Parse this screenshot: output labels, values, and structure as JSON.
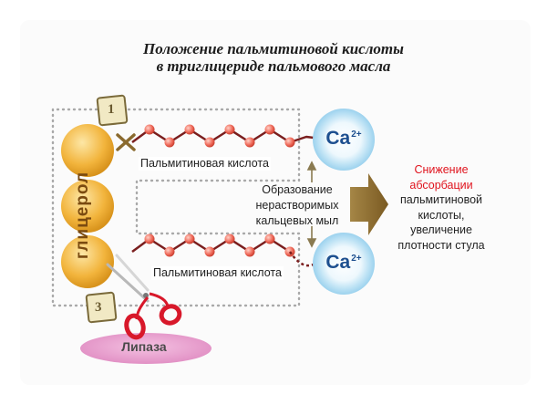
{
  "title": {
    "line1": "Положение пальмитиновой кислоты",
    "line2": "в триглицериде пальмового масла"
  },
  "glycerol_label": "глицерол",
  "positions": {
    "top": "1",
    "bottom": "3"
  },
  "acid_label_top": "Пальмитиновая кислота",
  "acid_label_bottom": "Пальмитиновая кислота",
  "calcium": {
    "symbol": "Ca",
    "charge": "2+"
  },
  "soap_formation": {
    "line1": "Образование",
    "line2": "нерастворимых",
    "line3": "кальцевых мыл"
  },
  "result": {
    "line1": "Снижение",
    "line2": "абсорбации",
    "line3": "пальмитиновой",
    "line4": "кислоты,",
    "line5": "увеличение",
    "line6": "плотности стула"
  },
  "enzyme_label": "Липаза",
  "colors": {
    "glycerol": "#f2b43c",
    "bead": "#ef6a5a",
    "chain": "#7a1e1e",
    "calcium_glow": "#aad8f0",
    "calcium_text": "#1d4f8f",
    "arrow": "#8a6a2e",
    "highlight_text": "#e0141e",
    "lipase": "#e590c8",
    "scissors": "#d8182a"
  },
  "icons": {
    "cut": "x-mark-icon",
    "enzyme": "scissors-icon"
  }
}
